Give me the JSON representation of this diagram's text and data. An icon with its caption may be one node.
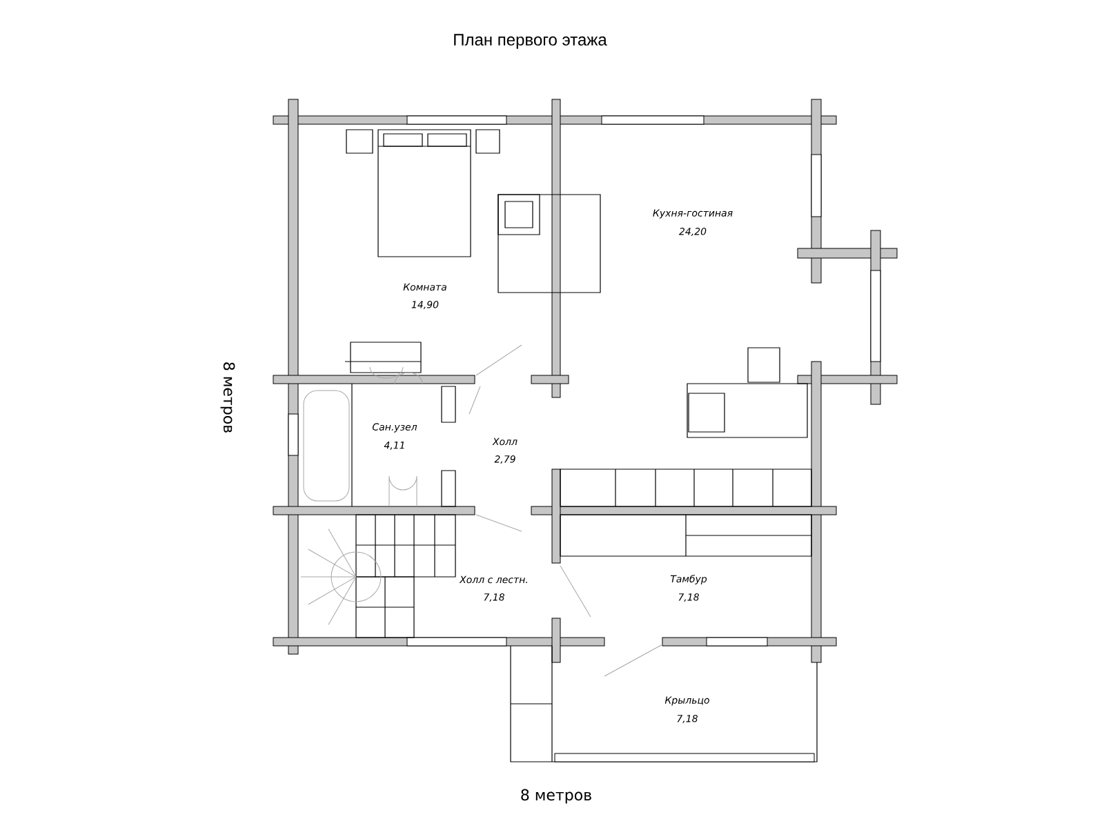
{
  "diagram": {
    "title": "План первого этажа",
    "labels": [
      "Кухня-гостиная",
      "24,20",
      "Комната",
      "14,90",
      "8 метров",
      "Сан.узел",
      "4,11",
      "Холл",
      "2,79",
      "Холл с лестн.",
      "7,18",
      "Тамбур",
      "7,18",
      "Крыльцо",
      "7,18",
      "8 метров"
    ]
  }
}
